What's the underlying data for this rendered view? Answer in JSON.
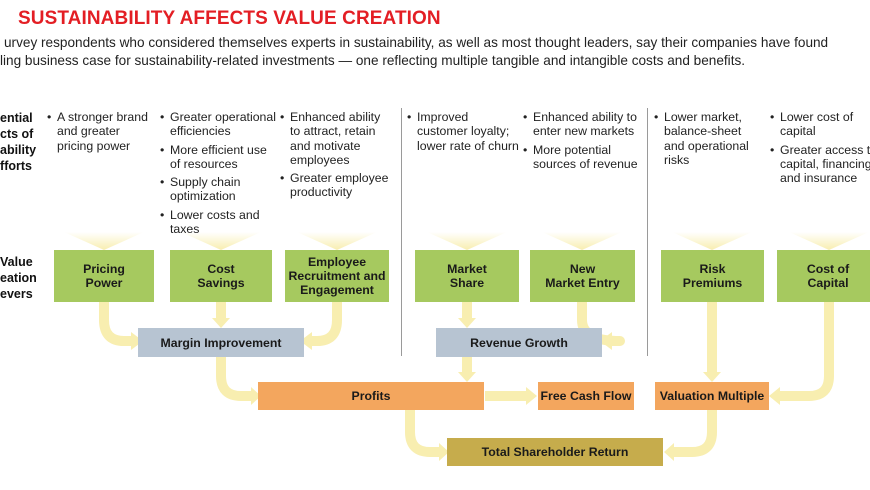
{
  "title": "SUSTAINABILITY AFFECTS VALUE CREATION",
  "intro": {
    "line1": "urvey respondents who considered themselves experts in sustainability, as well as most thought leaders, say their companies have found",
    "line2": "ling business case for sustainability-related investments — one reflecting multiple tangible and intangible costs and benefits."
  },
  "row_labels": {
    "effects": [
      "ential",
      "cts of",
      "ability",
      "fforts"
    ],
    "drivers": [
      "Value",
      "eation",
      "evers"
    ]
  },
  "effects": [
    [
      "A stronger brand\nand greater\npricing power"
    ],
    [
      "Greater operational\nefficiencies",
      "More efficient use\nof resources",
      "Supply chain\noptimization",
      "Lower costs and\ntaxes"
    ],
    [
      "Enhanced ability\nto attract, retain\nand motivate\nemployees",
      "Greater employee\nproductivity"
    ],
    [
      "Improved\ncustomer loyalty;\nlower rate of churn"
    ],
    [
      "Enhanced ability to\nenter new markets",
      "More potential\nsources of revenue"
    ],
    [
      "Lower market,\nbalance-sheet\nand operational\nrisks"
    ],
    [
      "Lower cost of\ncapital",
      "Greater access to\ncapital, financing\nand insurance"
    ]
  ],
  "drivers": [
    "Pricing\nPower",
    "Cost\nSavings",
    "Employee\nRecruitment and\nEngagement",
    "Market\nShare",
    "New\nMarket Entry",
    "Risk\nPremiums",
    "Cost of\nCapital"
  ],
  "intermediate": {
    "margin": "Margin Improvement",
    "revenue": "Revenue Growth"
  },
  "outcomes": {
    "profits": "Profits",
    "fcf": "Free Cash Flow",
    "valuation": "Valuation Multiple"
  },
  "final": "Total Shareholder Return",
  "colors": {
    "title": "#e31e24",
    "driver": "#a6c95f",
    "intermediate": "#b7c4d2",
    "outcome": "#f3a65e",
    "final": "#c6ac4c",
    "arrow": "#f8eeb0",
    "separator": "#9a9a9a"
  }
}
